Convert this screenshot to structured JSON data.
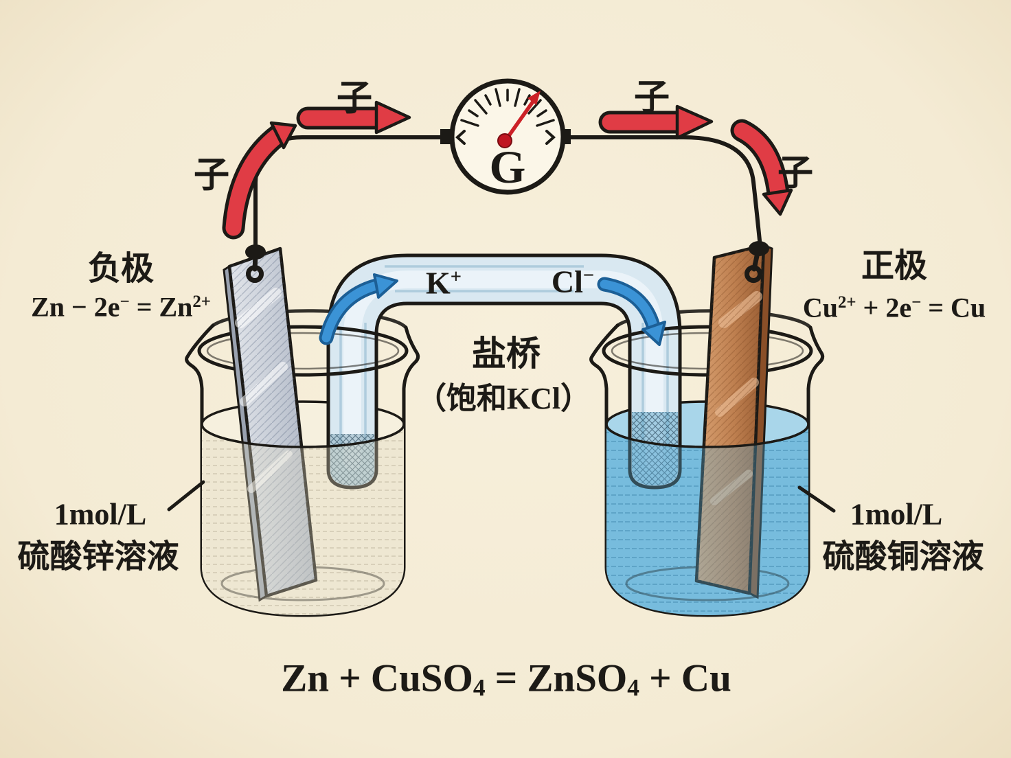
{
  "colors": {
    "paper": "#f7efdb",
    "ink": "#1c1a16",
    "red-arrow": "#e03c45",
    "blue-arrow": "#3b93d6",
    "blue-arrow-dark": "#1c5f96",
    "bridge-glass": "#d9e8f1",
    "solution-blue": "#85c3e0",
    "zinc-gray": "#c9ced6",
    "copper-brown": "#c68d5e",
    "needle-red": "#cc2127"
  },
  "meter": {
    "label": "G"
  },
  "electron_flow": {
    "label": "子"
  },
  "anode": {
    "title": "负极",
    "reaction": {
      "p1": "Zn − 2e",
      "sup1": "−",
      "p2": " = Zn",
      "sup2": "2+"
    }
  },
  "cathode": {
    "title": "正极",
    "reaction": {
      "p1": "Cu",
      "sup1": "2+",
      "p2": " + 2e",
      "sup2": "−",
      "p3": " = Cu"
    }
  },
  "salt_bridge": {
    "title": "盐桥",
    "subtitle": "（饱和KCl）",
    "cation": {
      "p1": "K",
      "sup1": "+"
    },
    "anion": {
      "p1": "Cl",
      "sup1": "−"
    }
  },
  "beaker_left": {
    "concentration": "1mol/L",
    "solution": "硫酸锌溶液"
  },
  "beaker_right": {
    "concentration": "1mol/L",
    "solution": "硫酸铜溶液"
  },
  "overall_reaction": {
    "p1": "Zn + CuSO",
    "sub1": "4",
    "p2": " = ZnSO",
    "sub2": "4",
    "p3": " + Cu"
  }
}
